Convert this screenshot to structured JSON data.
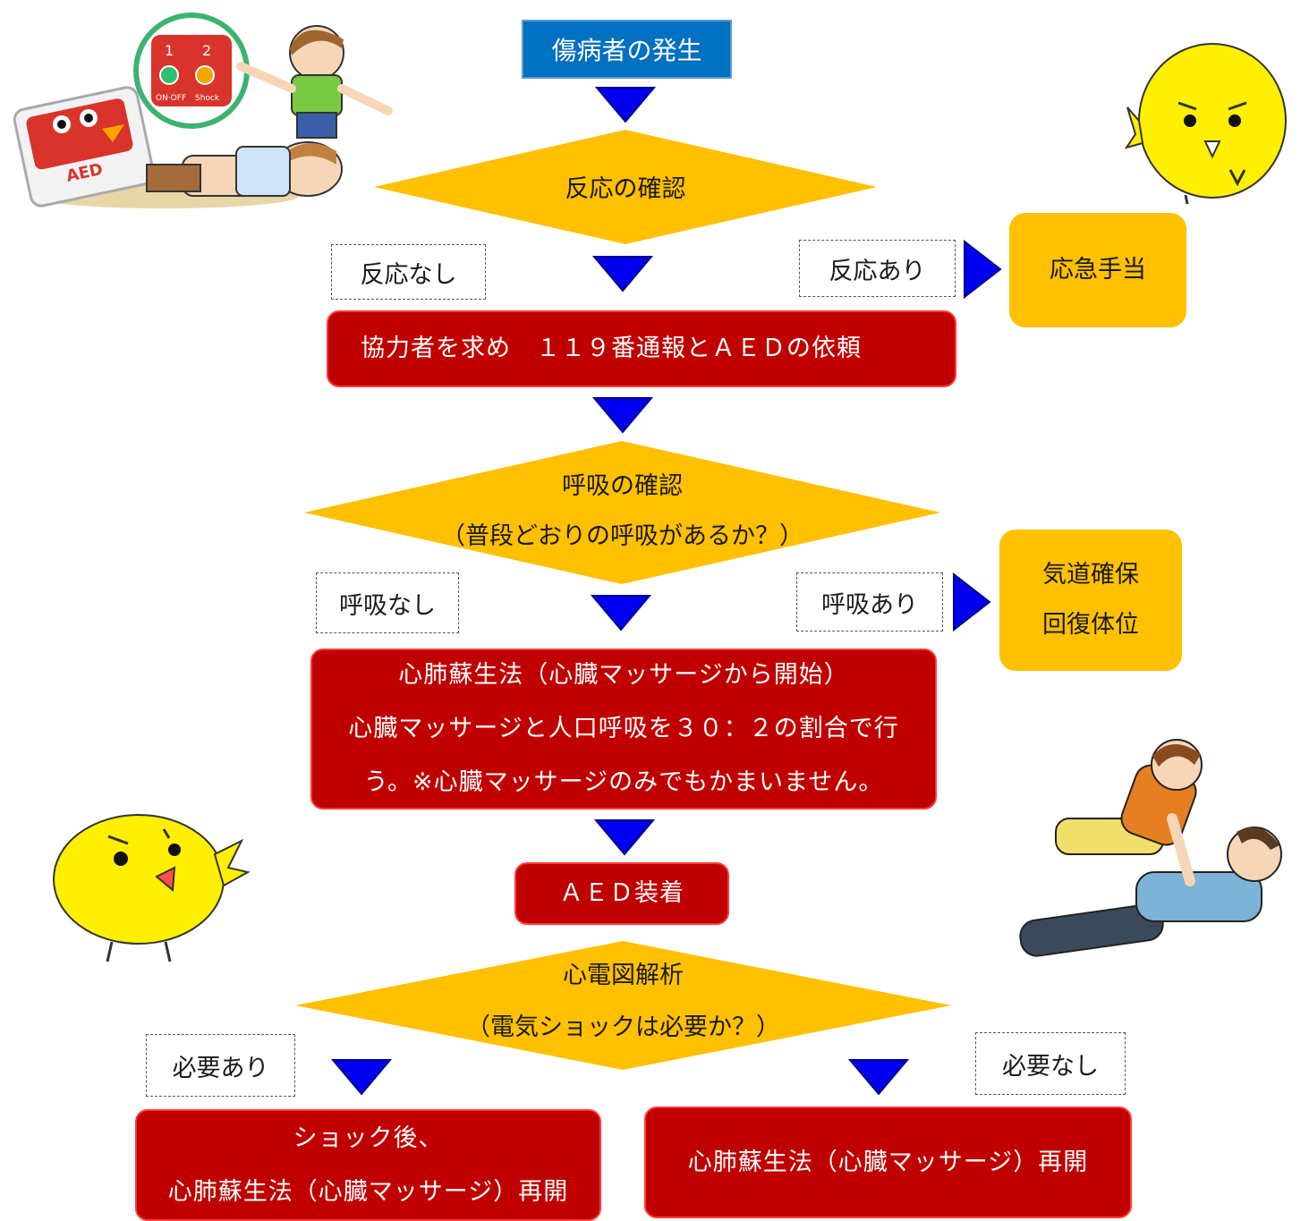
{
  "start": "傷病者の発生",
  "check_response": "反応の確認",
  "no_response": "反応なし",
  "has_response": "反応あり",
  "first_aid": "応急手当",
  "call_help": "協力者を求め　１１９番通報とＡＥＤの依頼",
  "check_breathing": {
    "line1": "呼吸の確認",
    "line2": "（普段どおりの呼吸があるか？）"
  },
  "no_breathing": "呼吸なし",
  "has_breathing": "呼吸あり",
  "airway": {
    "line1": "気道確保",
    "line2": "回復体位"
  },
  "cpr": {
    "line1": "心肺蘇生法（心臓マッサージから開始）",
    "line2": "心臓マッサージと人口呼吸を３０：２の割合で行",
    "line3": "う。※心臓マッサージのみでもかまいません。"
  },
  "aed_attach": "ＡＥＤ装着",
  "ecg_analysis": {
    "line1": "心電図解析",
    "line2": "（電気ショックは必要か？）"
  },
  "shock_needed": "必要あり",
  "shock_not_needed": "必要なし",
  "after_shock": {
    "line1": "ショック後、",
    "line2": "心肺蘇生法（心臓マッサージ）再開"
  },
  "resume_cpr": "心肺蘇生法（心臓マッサージ）再開",
  "illustrations": [
    "aed-rescue-illustration",
    "chick-mascot-right",
    "chick-mascot-left",
    "cpr-illustration"
  ],
  "colors": {
    "start": "#0070c0",
    "decision": "#ffc000",
    "action": "#c00000",
    "arrow": "#0000ee"
  }
}
